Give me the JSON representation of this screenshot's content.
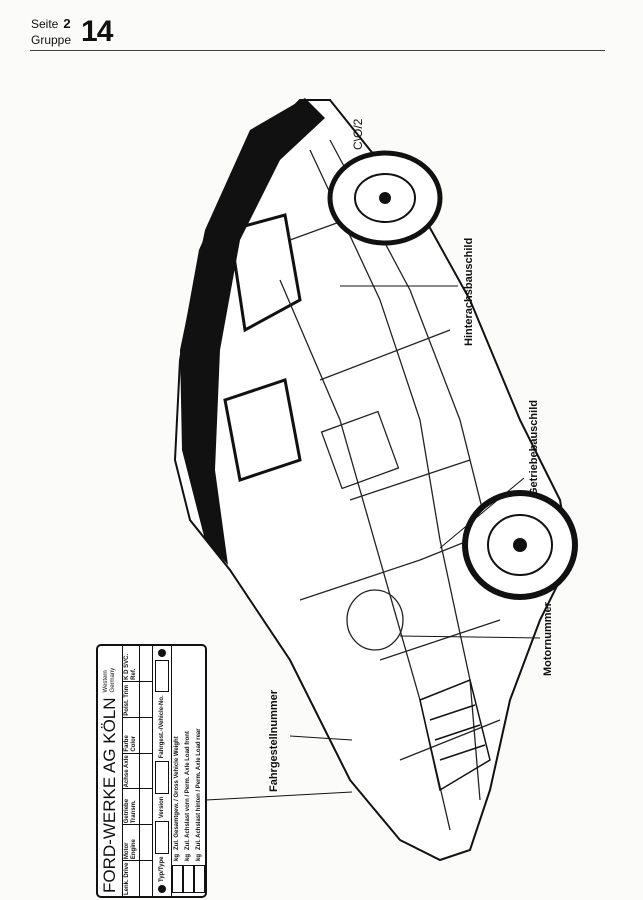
{
  "header": {
    "seite_label": "Seite",
    "seite_value": "2",
    "gruppe_label": "Gruppe",
    "gruppe_value": "14"
  },
  "illustration": {
    "mark": "C\\O/2",
    "callouts": [
      "Hinterachsbauschild",
      "Getriebebauschild",
      "Motornummer",
      "Fahrgestellnummer"
    ]
  },
  "plate": {
    "title": "FORD-WERKE AG KÖLN",
    "origin": "Western Germany",
    "columns": [
      "Lenk. Drive",
      "Motor Engine",
      "Getriebe Transm.",
      "Achse Axle",
      "Farbe Color",
      "Polst. Trim",
      "K D SVC. Ref."
    ],
    "type_label": "Typ/Type",
    "version_label": "Version",
    "vehicle_no_label": "Fahrgest.-/Vehicle-No.",
    "weights": [
      {
        "unit": "kg",
        "label": "Zul. Gesamtgew. / Gross Vehicle Weight"
      },
      {
        "unit": "kg",
        "label": "Zul. Achslast vorn / Perm. Axle Load front"
      },
      {
        "unit": "kg",
        "label": "Zul. Achslast hinten / Perm. Axle Load rear"
      }
    ]
  }
}
